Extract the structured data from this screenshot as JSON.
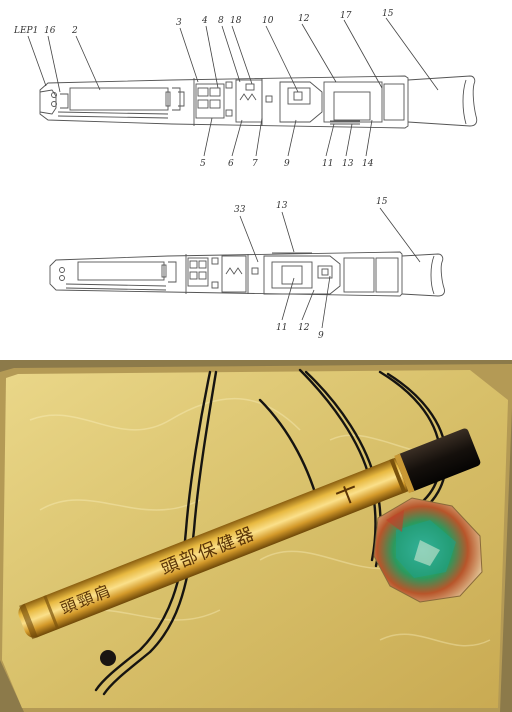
{
  "drawing_top": {
    "labels": [
      "LEP1",
      "16",
      "2",
      "3",
      "4",
      "8",
      "18",
      "10",
      "12",
      "17",
      "15",
      "5",
      "6",
      "7",
      "9",
      "11",
      "13",
      "14"
    ]
  },
  "drawing_bottom": {
    "labels": [
      "33",
      "13",
      "15",
      "11",
      "12",
      "9"
    ]
  },
  "photo": {
    "pen_text_1": "頭部保健器",
    "pen_text_2": "頭頸肩",
    "colors": {
      "gold": "#d8a733",
      "cap": "#1a1410",
      "background": "#d9c26a",
      "cord": "#161411"
    }
  }
}
